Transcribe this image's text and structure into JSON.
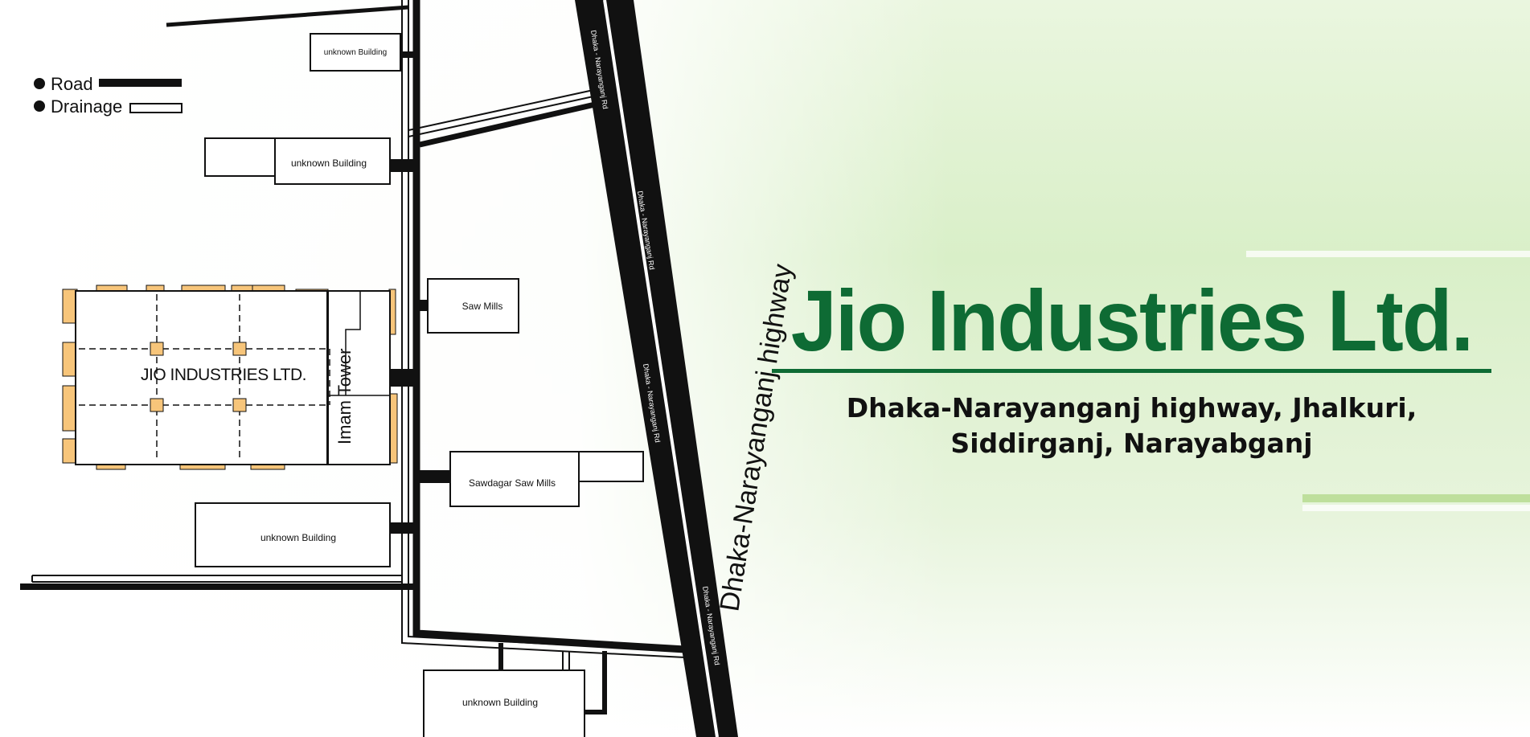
{
  "legend": {
    "road_label": "Road",
    "drainage_label": "Drainage"
  },
  "map": {
    "buildings": {
      "unknown_top": "unknown Building",
      "unknown_upper": "unknown Building",
      "saw_mills": "Saw Mills",
      "sawdagar": "Sawdagar Saw Mills",
      "unknown_lower": "unknown Building",
      "unknown_bottom": "unknown Building"
    },
    "factory_label": "JIO INDUSTRIES LTD.",
    "tower_label": "Imam Tower",
    "highway_big_label": "Dhaka-Narayanganj highway",
    "highway_small_label": "Dhaka - Narayanganj Rd"
  },
  "header": {
    "company_name": "Jio Industries Ltd.",
    "address_line1": "Dhaka-Narayanganj highway, Jhalkuri,",
    "address_line2": "Siddirganj, Narayabganj"
  },
  "colors": {
    "brand_green": "#0e6b34",
    "road": "#111111",
    "column_fill": "#f7c57a"
  }
}
